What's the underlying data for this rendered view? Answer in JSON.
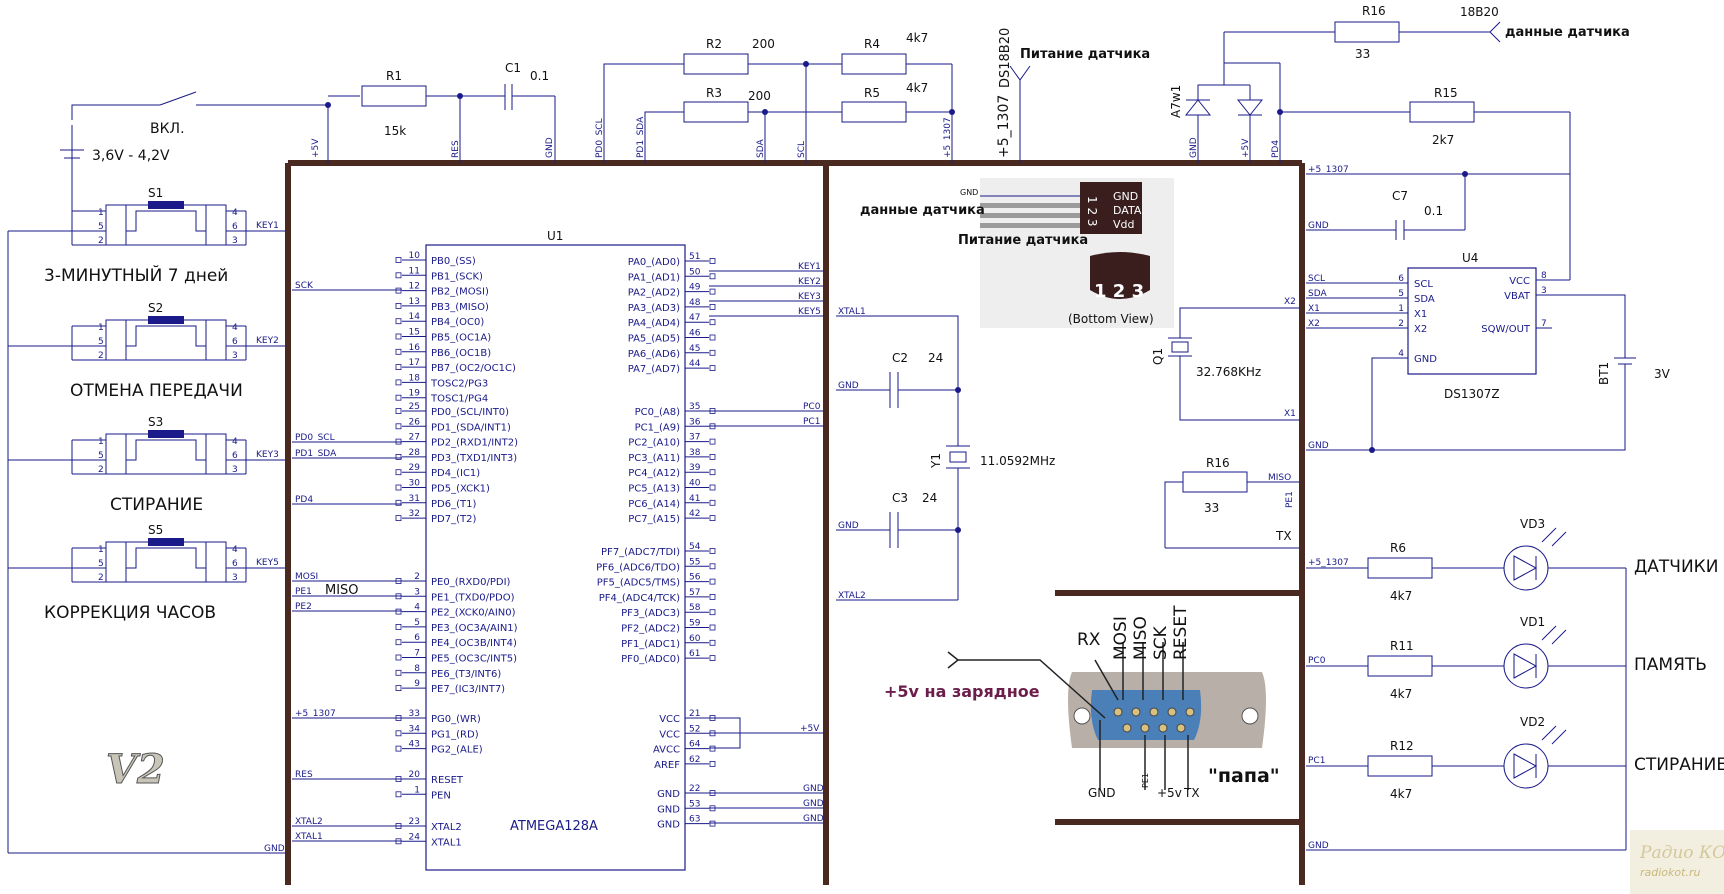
{
  "mcu": {
    "ref": "U1",
    "part": "ATMEGA128A",
    "left_pins": [
      {
        "name": "PB0_(SS)",
        "num": "10"
      },
      {
        "name": "PB1_(SCK)",
        "num": "11"
      },
      {
        "name": "PB2_(MOSI)",
        "num": "12"
      },
      {
        "name": "PB3_(MISO)",
        "num": "13"
      },
      {
        "name": "PB4_(OC0)",
        "num": "14"
      },
      {
        "name": "PB5_(OC1A)",
        "num": "15"
      },
      {
        "name": "PB6_(OC1B)",
        "num": "16"
      },
      {
        "name": "PB7_(OC2/OC1C)",
        "num": "17"
      },
      {
        "name": "TOSC2/PG3",
        "num": "18"
      },
      {
        "name": "TOSC1/PG4",
        "num": "19"
      },
      {
        "name": "PD0_(SCL/INT0)",
        "num": "25"
      },
      {
        "name": "PD1_(SDA/INT1)",
        "num": "26"
      },
      {
        "name": "PD2_(RXD1/INT2)",
        "num": "27"
      },
      {
        "name": "PD3_(TXD1/INT3)",
        "num": "28"
      },
      {
        "name": "PD4_(IC1)",
        "num": "29"
      },
      {
        "name": "PD5_(XCK1)",
        "num": "30"
      },
      {
        "name": "PD6_(T1)",
        "num": "31"
      },
      {
        "name": "PD7_(T2)",
        "num": "32"
      },
      {
        "name": "PE0_(RXD0/PDI)",
        "num": "2"
      },
      {
        "name": "PE1_(TXD0/PDO)",
        "num": "3"
      },
      {
        "name": "PE2_(XCK0/AIN0)",
        "num": "4"
      },
      {
        "name": "PE3_(OC3A/AIN1)",
        "num": "5"
      },
      {
        "name": "PE4_(OC3B/INT4)",
        "num": "6"
      },
      {
        "name": "PE5_(OC3C/INT5)",
        "num": "7"
      },
      {
        "name": "PE6_(T3/INT6)",
        "num": "8"
      },
      {
        "name": "PE7_(IC3/INT7)",
        "num": "9"
      },
      {
        "name": "PG0_(WR)",
        "num": "33"
      },
      {
        "name": "PG1_(RD)",
        "num": "34"
      },
      {
        "name": "PG2_(ALE)",
        "num": "43"
      },
      {
        "name": "RESET",
        "num": "20"
      },
      {
        "name": "PEN",
        "num": "1"
      },
      {
        "name": "XTAL2",
        "num": "23"
      },
      {
        "name": "XTAL1",
        "num": "24"
      }
    ],
    "right_pins": [
      {
        "name": "PA0_(AD0)",
        "num": "51"
      },
      {
        "name": "PA1_(AD1)",
        "num": "50"
      },
      {
        "name": "PA2_(AD2)",
        "num": "49"
      },
      {
        "name": "PA3_(AD3)",
        "num": "48"
      },
      {
        "name": "PA4_(AD4)",
        "num": "47"
      },
      {
        "name": "PA5_(AD5)",
        "num": "46"
      },
      {
        "name": "PA6_(AD6)",
        "num": "45"
      },
      {
        "name": "PA7_(AD7)",
        "num": "44"
      },
      {
        "name": "PC0_(A8)",
        "num": "35"
      },
      {
        "name": "PC1_(A9)",
        "num": "36"
      },
      {
        "name": "PC2_(A10)",
        "num": "37"
      },
      {
        "name": "PC3_(A11)",
        "num": "38"
      },
      {
        "name": "PC4_(A12)",
        "num": "39"
      },
      {
        "name": "PC5_(A13)",
        "num": "40"
      },
      {
        "name": "PC6_(A14)",
        "num": "41"
      },
      {
        "name": "PC7_(A15)",
        "num": "42"
      },
      {
        "name": "PF7_(ADC7/TDI)",
        "num": "54"
      },
      {
        "name": "PF6_(ADC6/TDO)",
        "num": "55"
      },
      {
        "name": "PF5_(ADC5/TMS)",
        "num": "56"
      },
      {
        "name": "PF4_(ADC4/TCK)",
        "num": "57"
      },
      {
        "name": "PF3_(ADC3)",
        "num": "58"
      },
      {
        "name": "PF2_(ADC2)",
        "num": "59"
      },
      {
        "name": "PF1_(ADC1)",
        "num": "60"
      },
      {
        "name": "PF0_(ADC0)",
        "num": "61"
      },
      {
        "name": "VCC",
        "num": "21"
      },
      {
        "name": "VCC",
        "num": "52"
      },
      {
        "name": "AVCC",
        "num": "64"
      },
      {
        "name": "AREF",
        "num": "62"
      },
      {
        "name": "GND",
        "num": "22"
      },
      {
        "name": "GND",
        "num": "53"
      },
      {
        "name": "GND",
        "num": "63"
      }
    ]
  },
  "rtc": {
    "ref": "U4",
    "part": "DS1307Z",
    "left_pins": [
      {
        "name": "SCL",
        "num": "6"
      },
      {
        "name": "SDA",
        "num": "5"
      },
      {
        "name": "X1",
        "num": "1"
      },
      {
        "name": "X2",
        "num": "2"
      },
      {
        "name": "GND",
        "num": "4"
      }
    ],
    "right_pins": [
      {
        "name": "VCC",
        "num": "8"
      },
      {
        "name": "VBAT",
        "num": "3"
      },
      {
        "name": "SQW/OUT",
        "num": "7"
      }
    ]
  },
  "buttons": [
    {
      "ref": "S1",
      "label": "3-МИНУТНЫЙ 7 дней",
      "net": "KEY1"
    },
    {
      "ref": "S2",
      "label": "ОТМЕНА ПЕРЕДАЧИ",
      "net": "KEY2"
    },
    {
      "ref": "S3",
      "label": "СТИРАНИЕ",
      "net": "KEY3"
    },
    {
      "ref": "S5",
      "label": "КОРРЕКЦИЯ ЧАСОВ",
      "net": "KEY5"
    }
  ],
  "button_pins": [
    "1",
    "2",
    "3",
    "4",
    "5",
    "6"
  ],
  "leds": [
    {
      "ref": "VD3",
      "res": "R6",
      "value": "4k7",
      "net": "+5_1307",
      "label": "ДАТЧИКИ"
    },
    {
      "ref": "VD1",
      "res": "R11",
      "value": "4k7",
      "net": "PC0",
      "label": "ПАМЯТЬ"
    },
    {
      "ref": "VD2",
      "res": "R12",
      "value": "4k7",
      "net": "PC1",
      "label": "СТИРАНИЕ"
    }
  ],
  "resistors": {
    "r1": {
      "ref": "R1",
      "value": "15k"
    },
    "r2": {
      "ref": "R2",
      "value": "200"
    },
    "r3": {
      "ref": "R3",
      "value": "200"
    },
    "r4": {
      "ref": "R4",
      "value": "4k7"
    },
    "r5": {
      "ref": "R5",
      "value": "4k7"
    },
    "r16a": {
      "ref": "R16",
      "value": "33"
    },
    "r15": {
      "ref": "R15",
      "value": "2k7"
    },
    "r16b": {
      "ref": "R16",
      "value": "33"
    }
  },
  "caps": {
    "c1": {
      "ref": "C1",
      "value": "0.1"
    },
    "c2": {
      "ref": "C2",
      "value": "24"
    },
    "c3": {
      "ref": "C3",
      "value": "24"
    },
    "c7": {
      "ref": "C7",
      "value": "0.1"
    }
  },
  "crystals": {
    "y1": {
      "ref": "Y1",
      "value": "11.0592MHz"
    },
    "q1": {
      "ref": "Q1",
      "value": "32.768KHz"
    }
  },
  "battery": {
    "ref": "BT1",
    "value": "3V"
  },
  "supply": {
    "vkl": "ВКЛ.",
    "range": "3,6V - 4,2V"
  },
  "diode_pair": {
    "ref": "A7w1"
  },
  "sensor": {
    "part": "DS18B20",
    "part_alt": "18B20",
    "power_label": "Питание датчика",
    "data_label": "данные датчика",
    "pin_names": [
      "GND",
      "DATA",
      "Vdd"
    ],
    "pin_numbers": "1 2 3",
    "bottom_view": "(Bottom View)",
    "gnd": "GND"
  },
  "connector": {
    "pins_top": [
      "RX",
      "MOSI",
      "MISO",
      "SCK",
      "RESET"
    ],
    "pins_bottom": [
      "GND",
      "PE1",
      "+5v",
      "TX"
    ],
    "charge_label": "+5v на зарядное",
    "name": "\"папа\""
  },
  "nets": {
    "plus5v": "+5V",
    "plus5_1307": "+5_1307",
    "res": "RES",
    "gnd": "GND",
    "pd0": "PD0_SCL",
    "pd1": "PD1_SDA",
    "sda": "SDA",
    "scl": "SCL",
    "sck": "SCK",
    "pd0s": "PD0_SCL",
    "pd1s": "PD1_SDA",
    "pd4": "PD4",
    "mosi": "MOSI",
    "pe1": "PE1",
    "pe2": "PE2",
    "xtal2": "XTAL2",
    "xtal1": "XTAL1",
    "x1": "X1",
    "x2": "X2",
    "pc0": "PC0",
    "pc1": "PC1",
    "miso": "MISO",
    "tx": "TX",
    "miso_big": "MISO",
    "pd4net": "PD4"
  },
  "version": "V2",
  "watermark": {
    "name": "Радио КОТ",
    "url": "radiokot.ru"
  }
}
